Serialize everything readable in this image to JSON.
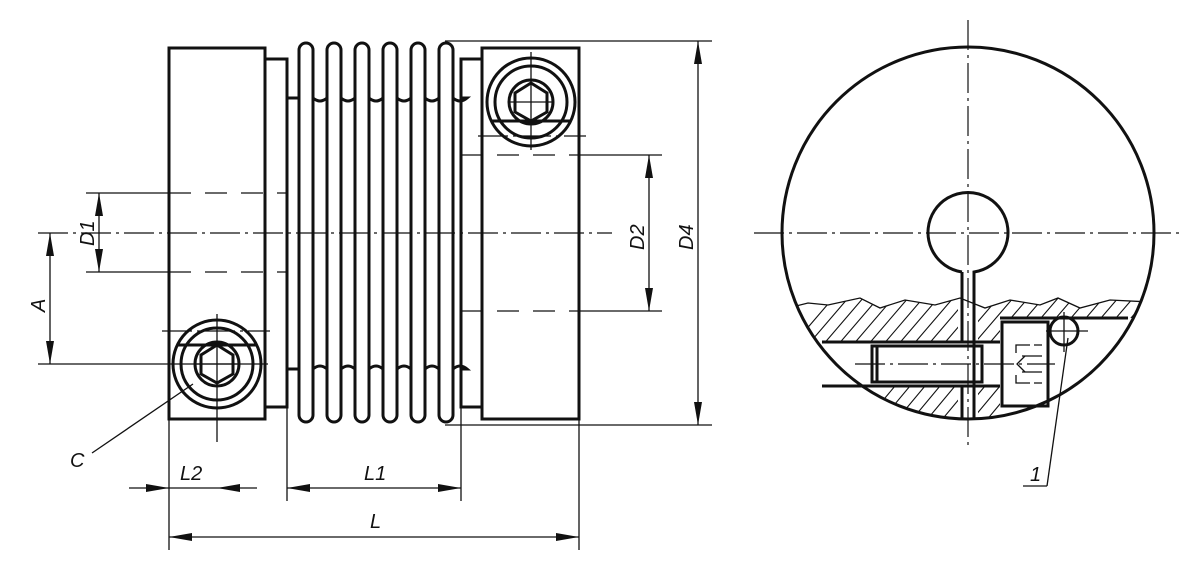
{
  "drawing": {
    "type": "technical-drawing",
    "subject": "bellows coupling with clamping hubs",
    "views": [
      "side-view",
      "end-view-detail"
    ],
    "colors": {
      "line": "#111111",
      "background": "#ffffff"
    }
  },
  "labels": {
    "D1": "D1",
    "D2": "D2",
    "D4": "D4",
    "A": "A",
    "C": "C",
    "L": "L",
    "L1": "L1",
    "L2": "L2",
    "item1": "1"
  },
  "bellows": {
    "convolutions": 6
  }
}
